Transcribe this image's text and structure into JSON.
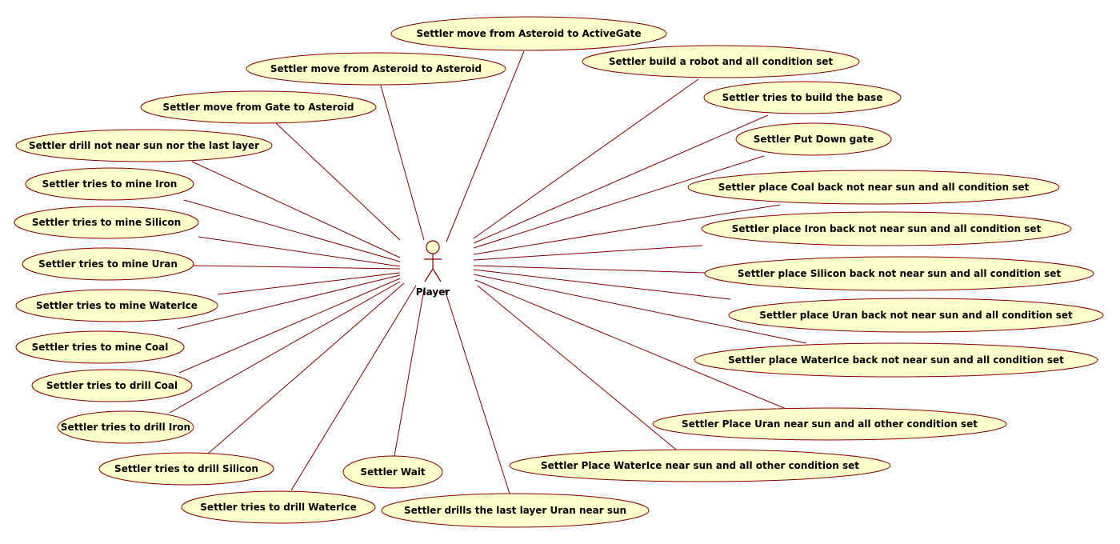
{
  "diagram": {
    "type": "use-case",
    "actor": {
      "label": "Player"
    },
    "use_cases": [
      {
        "id": "uc1",
        "label": "Settler move from Asteroid to ActiveGate"
      },
      {
        "id": "uc2",
        "label": "Settler move from Asteroid to Asteroid"
      },
      {
        "id": "uc3",
        "label": "Settler move from Gate to Asteroid"
      },
      {
        "id": "uc4",
        "label": "Settler drill not near sun nor the last layer"
      },
      {
        "id": "uc5",
        "label": "Settler tries to mine Iron"
      },
      {
        "id": "uc6",
        "label": "Settler tries to mine Silicon"
      },
      {
        "id": "uc7",
        "label": "Settler tries to mine Uran"
      },
      {
        "id": "uc8",
        "label": "Settler tries to mine WaterIce"
      },
      {
        "id": "uc9",
        "label": "Settler tries to mine Coal"
      },
      {
        "id": "uc10",
        "label": "Settler tries to drill Coal"
      },
      {
        "id": "uc11",
        "label": "Settler tries to drill Iron"
      },
      {
        "id": "uc12",
        "label": "Settler tries to drill Silicon"
      },
      {
        "id": "uc13",
        "label": "Settler tries to drill WaterIce"
      },
      {
        "id": "uc14",
        "label": "Settler Wait"
      },
      {
        "id": "uc15",
        "label": "Settler drills the last layer Uran near sun"
      },
      {
        "id": "uc16",
        "label": "Settler Place WaterIce near sun and all other condition set"
      },
      {
        "id": "uc17",
        "label": "Settler Place Uran near sun and all other condition set"
      },
      {
        "id": "uc18",
        "label": "Settler place WaterIce back not near sun and all condition set"
      },
      {
        "id": "uc19",
        "label": "Settler place Uran back not near sun and all condition set"
      },
      {
        "id": "uc20",
        "label": "Settler place Silicon back not near sun and all condition set"
      },
      {
        "id": "uc21",
        "label": "Settler place Iron back not near sun and all condition set"
      },
      {
        "id": "uc22",
        "label": "Settler place Coal back not near sun and all condition set"
      },
      {
        "id": "uc23",
        "label": "Settler Put Down gate"
      },
      {
        "id": "uc24",
        "label": "Settler tries to build the base"
      },
      {
        "id": "uc25",
        "label": "Settler build a robot and all condition set"
      }
    ],
    "colors": {
      "use_case_fill": "#ffffcc",
      "line": "#800000",
      "text": "#000000"
    }
  }
}
